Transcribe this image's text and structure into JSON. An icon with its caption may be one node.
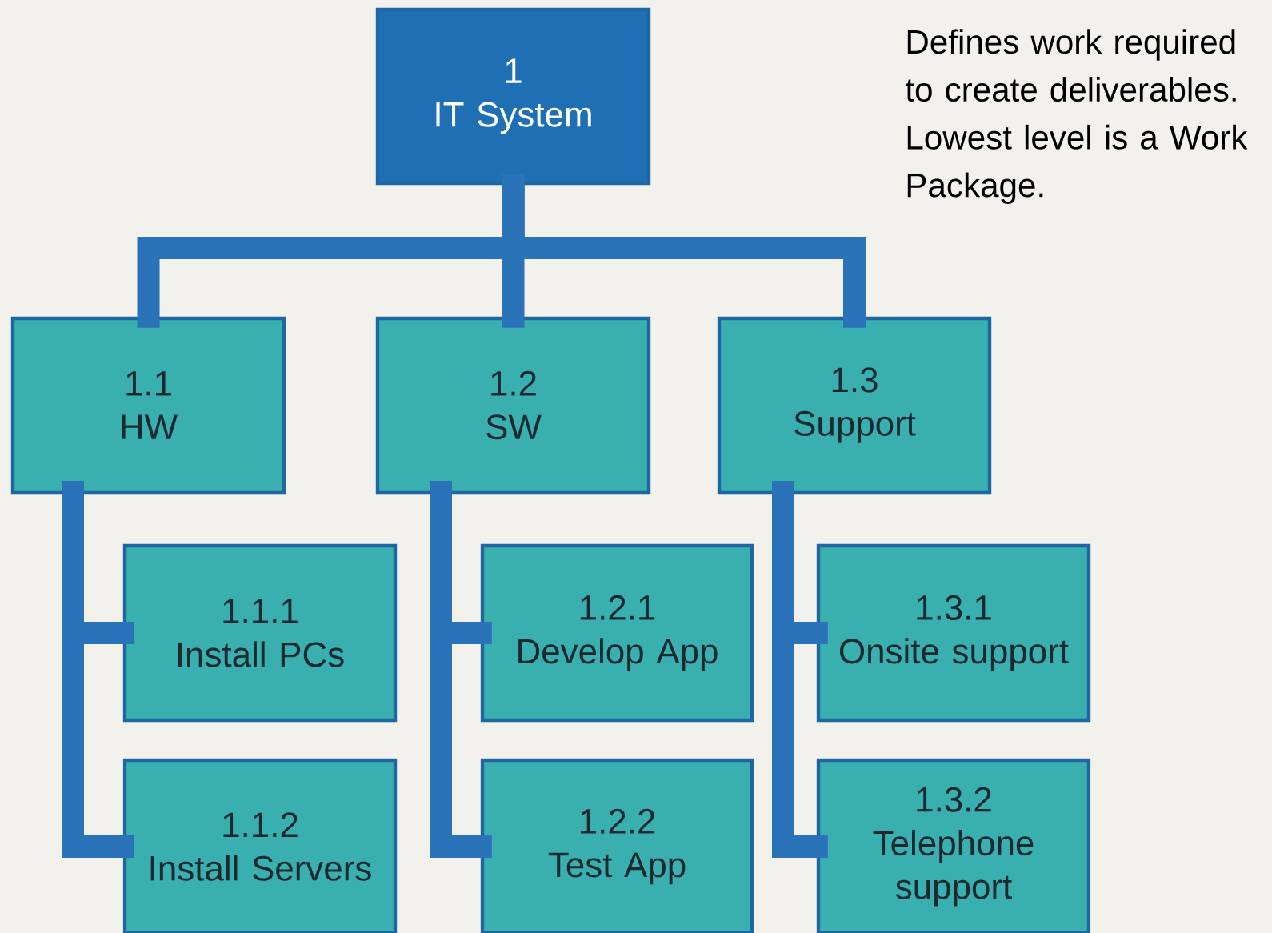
{
  "diagram": {
    "nodes": [
      {
        "text": [
          "1",
          "IT System"
        ]
      },
      {
        "text": [
          "1.1",
          "HW"
        ]
      },
      {
        "text": [
          "1.2",
          "SW"
        ]
      },
      {
        "text": [
          "1.3",
          "Support"
        ]
      },
      {
        "text": [
          "1.1.1",
          "Install PCs"
        ]
      },
      {
        "text": [
          "1.1.2",
          "Install Servers"
        ]
      },
      {
        "text": [
          "1.2.1",
          "Develop App"
        ]
      },
      {
        "text": [
          "1.2.2",
          "Test App"
        ]
      },
      {
        "text": [
          "1.3.1",
          "Onsite support"
        ]
      },
      {
        "text": [
          "1.3.2",
          "Telephone support"
        ]
      }
    ],
    "edges": [
      {
        "from": 0,
        "to": 1,
        "arrow": "none"
      },
      {
        "from": 0,
        "to": 2,
        "arrow": "none"
      },
      {
        "from": 0,
        "to": 3,
        "arrow": "none"
      },
      {
        "from": 1,
        "to": 4,
        "arrow": "none"
      },
      {
        "from": 1,
        "to": 5,
        "arrow": "none"
      },
      {
        "from": 2,
        "to": 6,
        "arrow": "none"
      },
      {
        "from": 2,
        "to": 7,
        "arrow": "none"
      },
      {
        "from": 3,
        "to": 8,
        "arrow": "none"
      },
      {
        "from": 3,
        "to": 9,
        "arrow": "none"
      }
    ],
    "labels": [
      "Defines work required to create deliverables. Lowest level is a Work Package."
    ]
  }
}
